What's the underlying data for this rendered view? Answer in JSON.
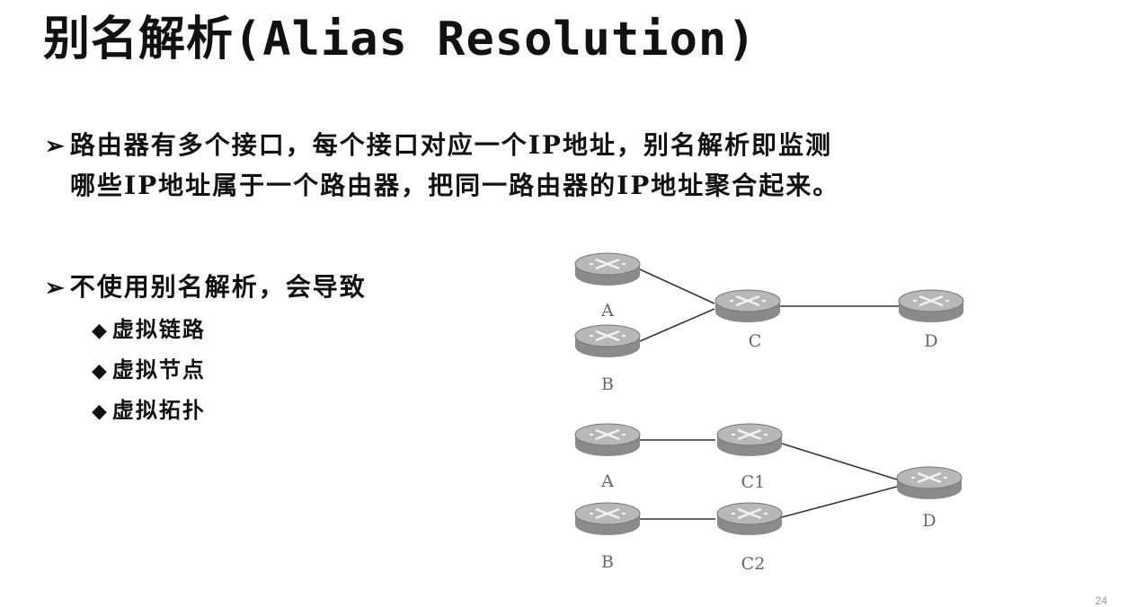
{
  "slide": {
    "title": "别名解析(Alias Resolution)",
    "bullet1_line1": "路由器有多个接口，每个接口对应一个IP地址，别名解析即监测",
    "bullet1_line2": "哪些IP地址属于一个路由器，把同一路由器的IP地址聚合起来。",
    "bullet2": "不使用别名解析，会导致",
    "sub_items": [
      "虚拟链路",
      "虚拟节点",
      "虚拟拓扑"
    ],
    "page_number": "24"
  },
  "diagram": {
    "top_labels": [
      "A",
      "B",
      "C",
      "D"
    ],
    "bottom_labels": [
      "A",
      "C1",
      "B",
      "C2",
      "D"
    ]
  },
  "icons": {
    "bullet": "arrow-bullet-icon",
    "sub_bullet": "diamond-bullet-icon",
    "router": "router-icon"
  }
}
